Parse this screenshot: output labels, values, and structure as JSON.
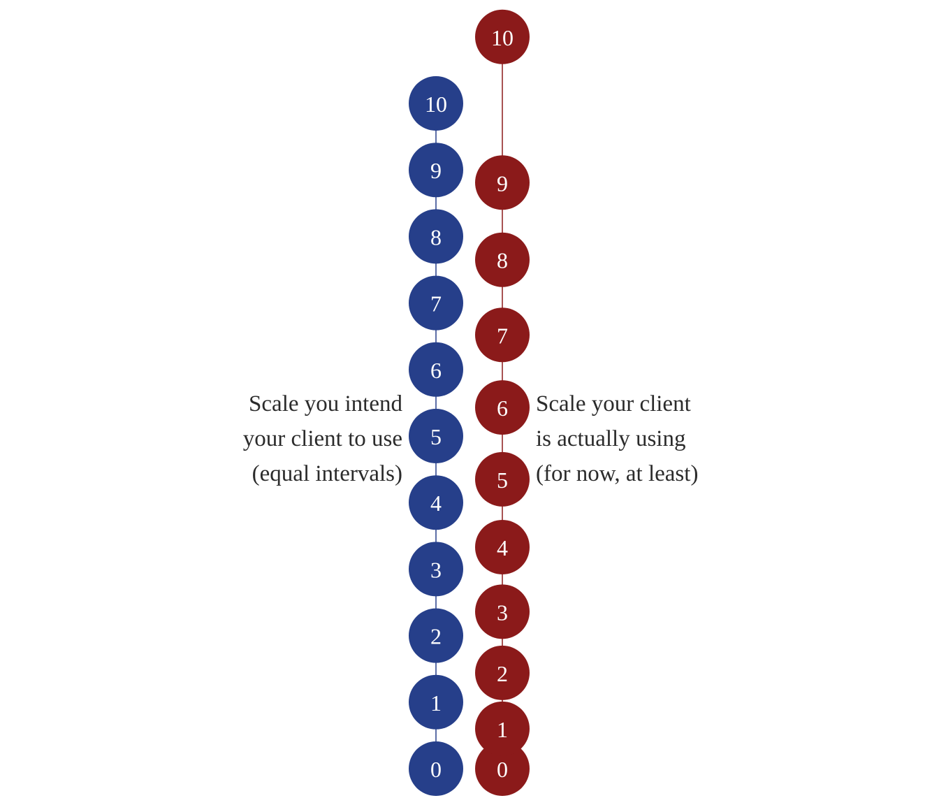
{
  "colors": {
    "intended": "#263f8a",
    "actual": "#8b1a1a",
    "label_text": "#ffffff",
    "caption_text": "#2b2b2b"
  },
  "captions": {
    "intended": [
      "Scale you intend",
      "your client to use",
      "(equal intervals)"
    ],
    "actual": [
      "Scale your client",
      "is actually using",
      "(for now, at least)"
    ]
  },
  "scales": {
    "intended": {
      "name": "intended-scale",
      "points": [
        {
          "label": "0",
          "value": 0
        },
        {
          "label": "1",
          "value": 1
        },
        {
          "label": "2",
          "value": 2
        },
        {
          "label": "3",
          "value": 3
        },
        {
          "label": "4",
          "value": 4
        },
        {
          "label": "5",
          "value": 5
        },
        {
          "label": "6",
          "value": 6
        },
        {
          "label": "7",
          "value": 7
        },
        {
          "label": "8",
          "value": 8
        },
        {
          "label": "9",
          "value": 9
        },
        {
          "label": "10",
          "value": 10
        }
      ]
    },
    "actual": {
      "name": "actual-scale",
      "points": [
        {
          "label": "0",
          "value": 0
        },
        {
          "label": "1",
          "value": 0.6
        },
        {
          "label": "2",
          "value": 1.44
        },
        {
          "label": "3",
          "value": 2.36
        },
        {
          "label": "4",
          "value": 3.33
        },
        {
          "label": "5",
          "value": 4.35
        },
        {
          "label": "6",
          "value": 5.43
        },
        {
          "label": "7",
          "value": 6.52
        },
        {
          "label": "8",
          "value": 7.65
        },
        {
          "label": "9",
          "value": 8.81
        },
        {
          "label": "10",
          "value": 11
        }
      ]
    }
  }
}
